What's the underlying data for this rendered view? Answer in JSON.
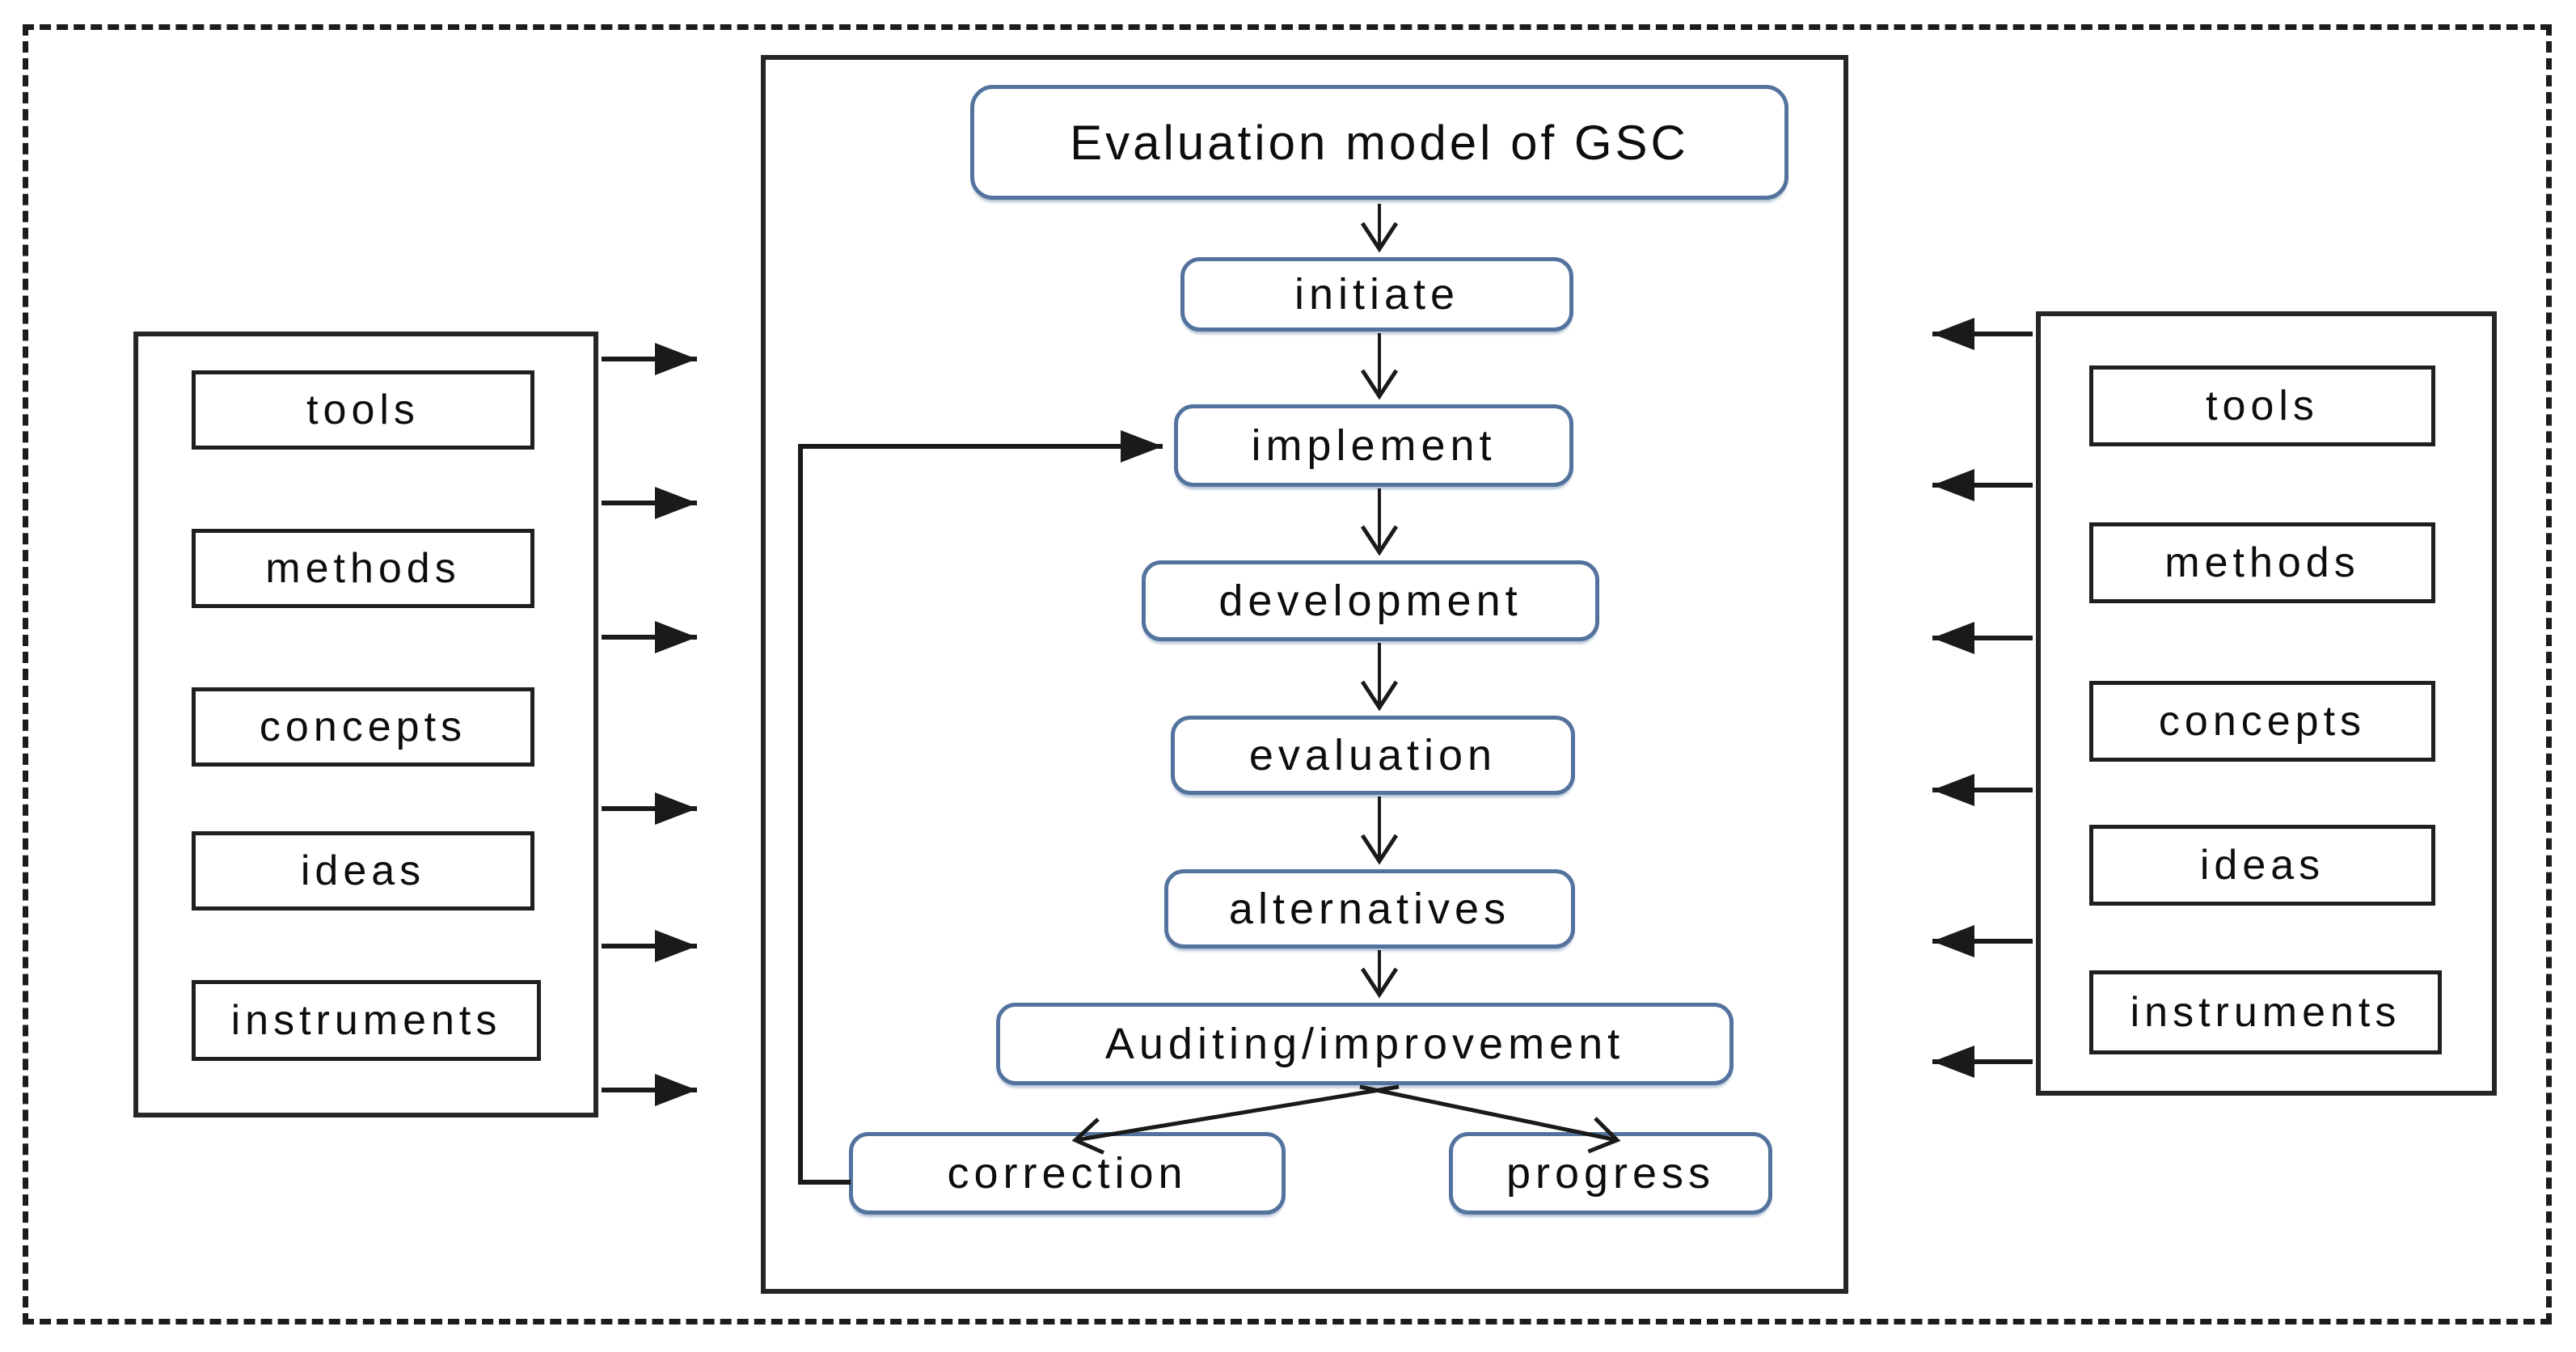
{
  "figure": {
    "nodes": {
      "title": "Evaluation model of GSC",
      "initiate": "initiate",
      "implement": "implement",
      "development": "development",
      "evaluation": "evaluation",
      "alternatives": "alternatives",
      "auditing": "Auditing/improvement",
      "correction": "correction",
      "progress": "progress"
    },
    "left_panel": {
      "items": [
        "tools",
        "methods",
        "concepts",
        "ideas",
        "instruments"
      ],
      "arrow_direction": "right-toward-center",
      "arrow_count": 6
    },
    "right_panel": {
      "items": [
        "tools",
        "methods",
        "concepts",
        "ideas",
        "instruments"
      ],
      "arrow_direction": "left-toward-center",
      "arrow_count": 6
    },
    "edges": [
      "Evaluation model of GSC -> initiate",
      "initiate -> implement",
      "implement -> development",
      "development -> evaluation",
      "evaluation -> alternatives",
      "alternatives -> Auditing/improvement",
      "Auditing/improvement -> correction",
      "Auditing/improvement -> progress",
      "correction -> implement (feedback loop)",
      "left panel -> center (6 arrows)",
      "right panel -> center (6 arrows)"
    ],
    "colors": {
      "flow_node_border": "#53739e",
      "structure_border": "#1f1f1f",
      "arrow": "#1a1a1a",
      "dashed_frame": "#1c1c1c",
      "background": "#ffffff"
    }
  }
}
